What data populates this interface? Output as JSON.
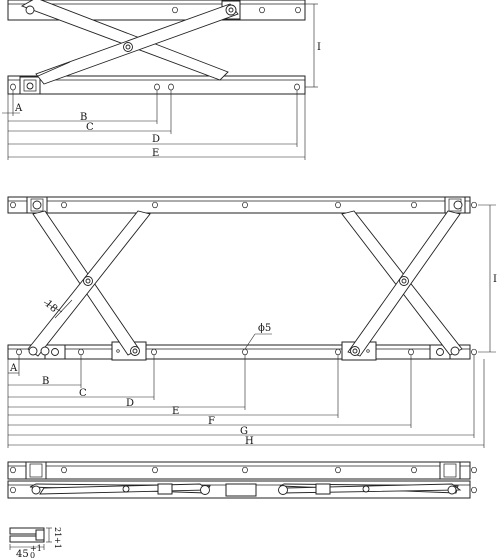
{
  "labels": {
    "top": {
      "A": "A",
      "B": "B",
      "C": "C",
      "D": "D",
      "E": "E",
      "I": "I"
    },
    "middle": {
      "A": "A",
      "B": "B",
      "C": "C",
      "D": "D",
      "E": "E",
      "F": "F",
      "G": "G",
      "H": "H",
      "I": "I",
      "arm_width": "18",
      "hole_dia": "ϕ5"
    },
    "profile": {
      "width": "45",
      "width_tol_upper": "+1",
      "width_tol_lower": "0",
      "height": "21",
      "height_tol": "+1"
    }
  }
}
